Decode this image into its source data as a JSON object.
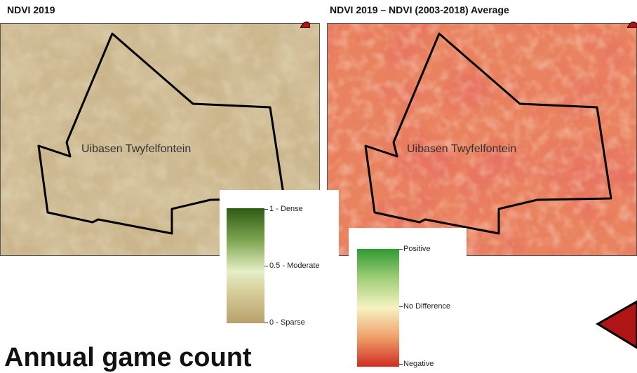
{
  "maps": {
    "ndvi": {
      "title": "NDVI 2019",
      "place_label": "Uibasen Twyfelfontein"
    },
    "difference": {
      "title": "NDVI 2019 – NDVI (2003-2018) Average",
      "place_label": "Uibasen Twyfelfontein"
    }
  },
  "legend_ndvi": {
    "labels": [
      "1 - Dense",
      "0.5 - Moderate",
      "0 - Sparse"
    ],
    "colors": [
      "#2d5c12",
      "#e6efc6",
      "#b9a06a"
    ]
  },
  "legend_difference": {
    "labels": [
      "Positive",
      "No Difference",
      "Negative"
    ],
    "colors": [
      "#2f9a34",
      "#f6f3c2",
      "#cf2d22"
    ]
  },
  "colors": {
    "ndvi_background": "#cbb68c",
    "difference_background": "#e9825f",
    "boundary": "#000000",
    "arrow": "#b01414"
  },
  "heading": "Annual game count"
}
